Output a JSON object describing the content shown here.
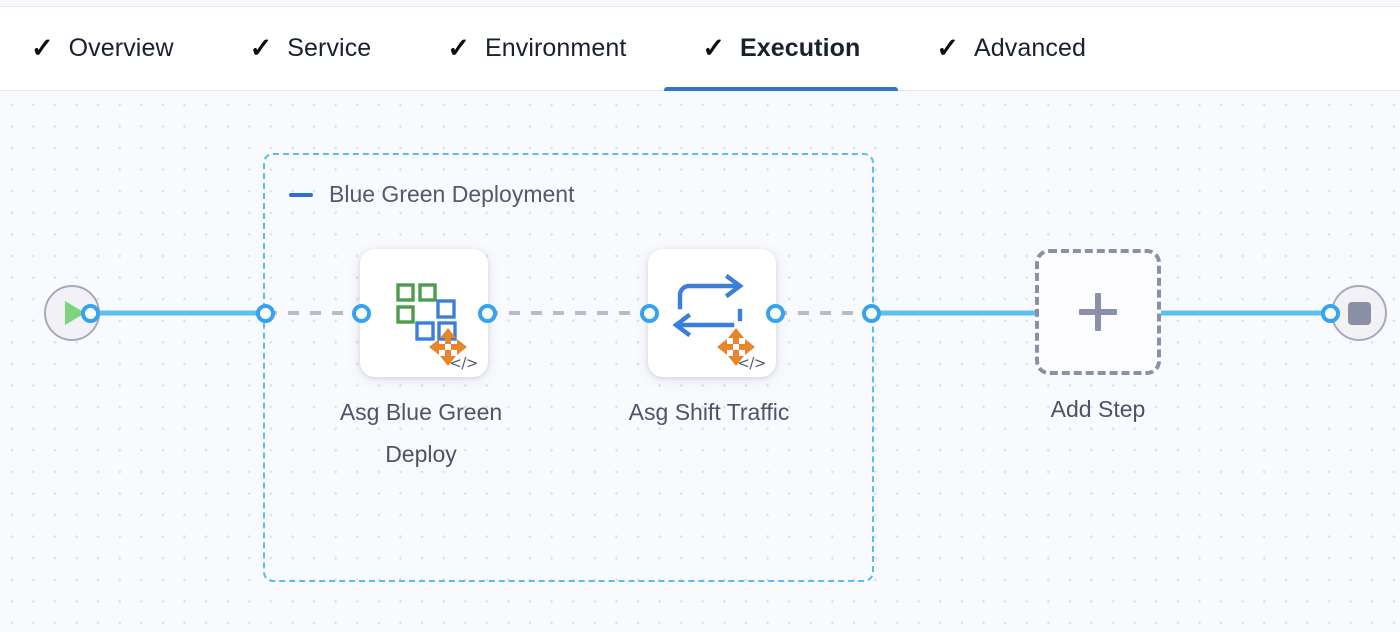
{
  "tabs": [
    {
      "label": "Overview",
      "icon": "check-icon",
      "checked": true,
      "active": false
    },
    {
      "label": "Service",
      "icon": "check-icon",
      "checked": true,
      "active": false
    },
    {
      "label": "Environment",
      "icon": "check-icon",
      "checked": true,
      "active": false
    },
    {
      "label": "Execution",
      "icon": "check-icon",
      "checked": true,
      "active": true
    },
    {
      "label": "Advanced",
      "icon": "check-icon",
      "checked": true,
      "active": false
    }
  ],
  "check_glyph": "✓",
  "canvas": {
    "start_node": {
      "name": "pipeline-start",
      "icon": "play-icon"
    },
    "end_node": {
      "name": "pipeline-end",
      "icon": "stop-icon"
    },
    "group": {
      "title": "Blue Green Deployment",
      "collapse_icon": "minus-icon",
      "border_color": "#57bdf2"
    },
    "steps": [
      {
        "label": "Asg Blue Green Deploy",
        "icon": "asg-blue-green-deploy-icon",
        "badge": "</>"
      },
      {
        "label": "Asg Shift Traffic",
        "icon": "asg-shift-traffic-icon",
        "badge": "</>"
      }
    ],
    "add_step": {
      "label": "Add Step",
      "icon": "plus-icon"
    }
  },
  "colors": {
    "accent_blue": "#3576cc",
    "edge_blue": "#5bc0f0",
    "port_blue": "#35a4ee",
    "group_dashed": "#57bdf2",
    "icon_green": "#4e9a4e",
    "icon_blue": "#3b7fdc",
    "icon_orange": "#e8862e",
    "canvas_bg": "#f9fafd"
  }
}
